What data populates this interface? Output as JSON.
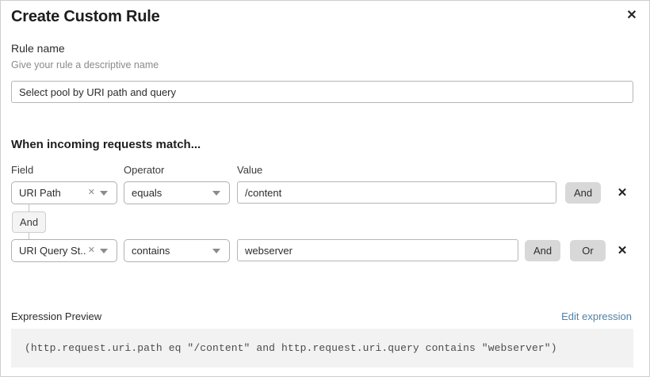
{
  "dialog": {
    "title": "Create Custom Rule",
    "close_icon": "close-icon"
  },
  "rule_name": {
    "label": "Rule name",
    "sublabel": "Give your rule a descriptive name",
    "value": "Select pool by URI path and query",
    "placeholder": "Enter rule name"
  },
  "conditions_section": {
    "heading": "When incoming requests match...",
    "columns": {
      "field": "Field",
      "operator": "Operator",
      "value": "Value"
    },
    "connector": {
      "label": "And"
    },
    "rows": [
      {
        "field": "URI Path",
        "field_clear_icon": "clear-icon",
        "field_caret_icon": "chevron-down-icon",
        "operator": "equals",
        "operator_caret_icon": "chevron-down-icon",
        "value": "/content",
        "value_placeholder": "Enter value",
        "and_label": "And",
        "or_label": "",
        "delete_icon": "close-icon"
      },
      {
        "field": "URI Query St...",
        "field_clear_icon": "clear-icon",
        "field_caret_icon": "chevron-down-icon",
        "operator": "contains",
        "operator_caret_icon": "chevron-down-icon",
        "value": "webserver",
        "value_placeholder": "Enter value",
        "and_label": "And",
        "or_label": "Or",
        "delete_icon": "close-icon"
      }
    ]
  },
  "expression_preview": {
    "label": "Expression Preview",
    "edit_link": "Edit expression",
    "expression": "(http.request.uri.path eq \"/content\" and http.request.uri.query contains \"webserver\")"
  },
  "colors": {
    "link": "#4d82a8",
    "pill_background": "#d8d8d8",
    "code_background": "#f2f2f2",
    "border": "#b0b0b0"
  }
}
